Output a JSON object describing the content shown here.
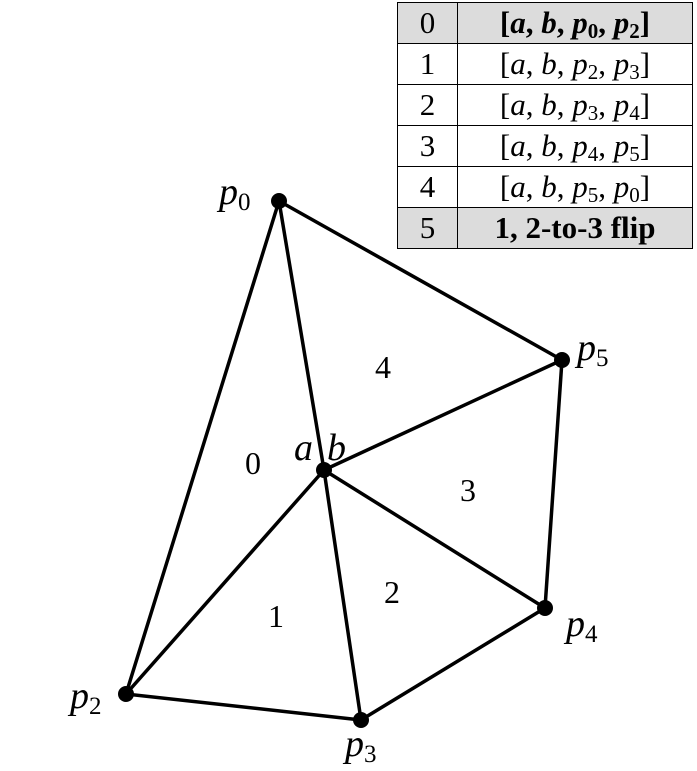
{
  "vertices": {
    "p0": {
      "base": "p",
      "sub": "0"
    },
    "p2": {
      "base": "p",
      "sub": "2"
    },
    "p3": {
      "base": "p",
      "sub": "3"
    },
    "p4": {
      "base": "p",
      "sub": "4"
    },
    "p5": {
      "base": "p",
      "sub": "5"
    }
  },
  "center": {
    "a": "a",
    "b": "b"
  },
  "regions": [
    "0",
    "1",
    "2",
    "3",
    "4"
  ],
  "table": {
    "rows": [
      {
        "index": "0",
        "parts": [
          "a",
          "b",
          "p0",
          "p2"
        ],
        "highlight": true,
        "bold": true
      },
      {
        "index": "1",
        "parts": [
          "a",
          "b",
          "p2",
          "p3"
        ],
        "highlight": false,
        "bold": false
      },
      {
        "index": "2",
        "parts": [
          "a",
          "b",
          "p3",
          "p4"
        ],
        "highlight": false,
        "bold": false
      },
      {
        "index": "3",
        "parts": [
          "a",
          "b",
          "p4",
          "p5"
        ],
        "highlight": false,
        "bold": false
      },
      {
        "index": "4",
        "parts": [
          "a",
          "b",
          "p5",
          "p0"
        ],
        "highlight": false,
        "bold": false
      },
      {
        "index": "5",
        "text": "1, 2-to-3 flip",
        "highlight": true,
        "bold": true
      }
    ]
  }
}
